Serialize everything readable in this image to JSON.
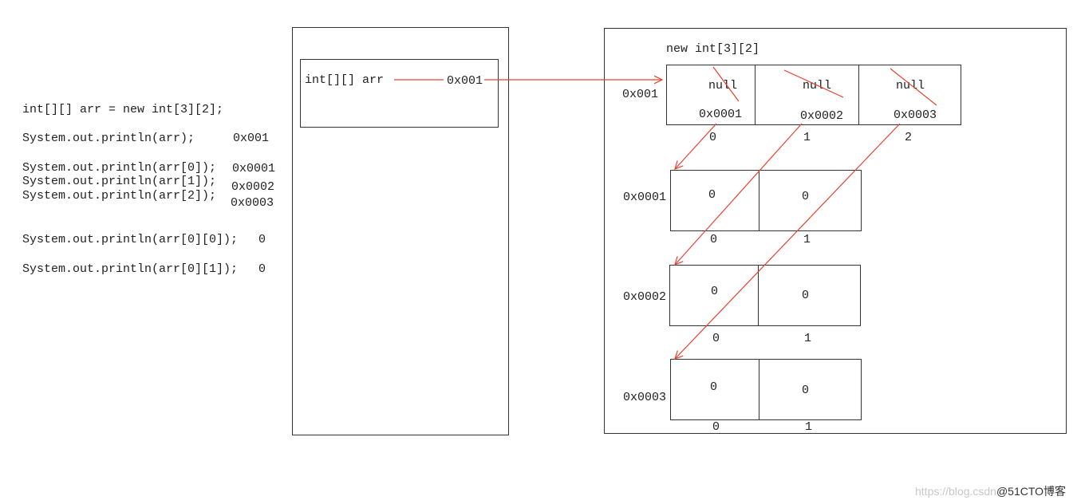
{
  "code": {
    "declaration": "int[][] arr = new int[3][2];",
    "lines": [
      {
        "stmt": "System.out.println(arr);",
        "output": "0x001"
      },
      {
        "stmt": "System.out.println(arr[0]);",
        "output": "0x0001"
      },
      {
        "stmt": "System.out.println(arr[1]);",
        "output": "0x0002"
      },
      {
        "stmt": "System.out.println(arr[2]);",
        "output": "0x0003"
      },
      {
        "stmt": "System.out.println(arr[0][0]);",
        "output": "0"
      },
      {
        "stmt": "System.out.println(arr[0][1]);",
        "output": "0"
      }
    ]
  },
  "stack": {
    "variable": "int[][] arr",
    "address": "0x001"
  },
  "heap": {
    "title": "new int[3][2]",
    "outer": {
      "address": "0x001",
      "cells": [
        {
          "old": "null",
          "value": "0x0001",
          "index": "0"
        },
        {
          "old": "null",
          "value": "0x0002",
          "index": "1"
        },
        {
          "old": "null",
          "value": "0x0003",
          "index": "2"
        }
      ]
    },
    "inner": [
      {
        "address": "0x0001",
        "cells": [
          {
            "value": "0",
            "index": "0"
          },
          {
            "value": "0",
            "index": "1"
          }
        ]
      },
      {
        "address": "0x0002",
        "cells": [
          {
            "value": "0",
            "index": "0"
          },
          {
            "value": "0",
            "index": "1"
          }
        ]
      },
      {
        "address": "0x0003",
        "cells": [
          {
            "value": "0",
            "index": "0"
          },
          {
            "value": "0",
            "index": "1"
          }
        ]
      }
    ]
  },
  "watermark": {
    "url": "https://blog.csdn",
    "brand": "@51CTO博客"
  },
  "colors": {
    "arrow": "#e8412e",
    "border": "#333333"
  }
}
